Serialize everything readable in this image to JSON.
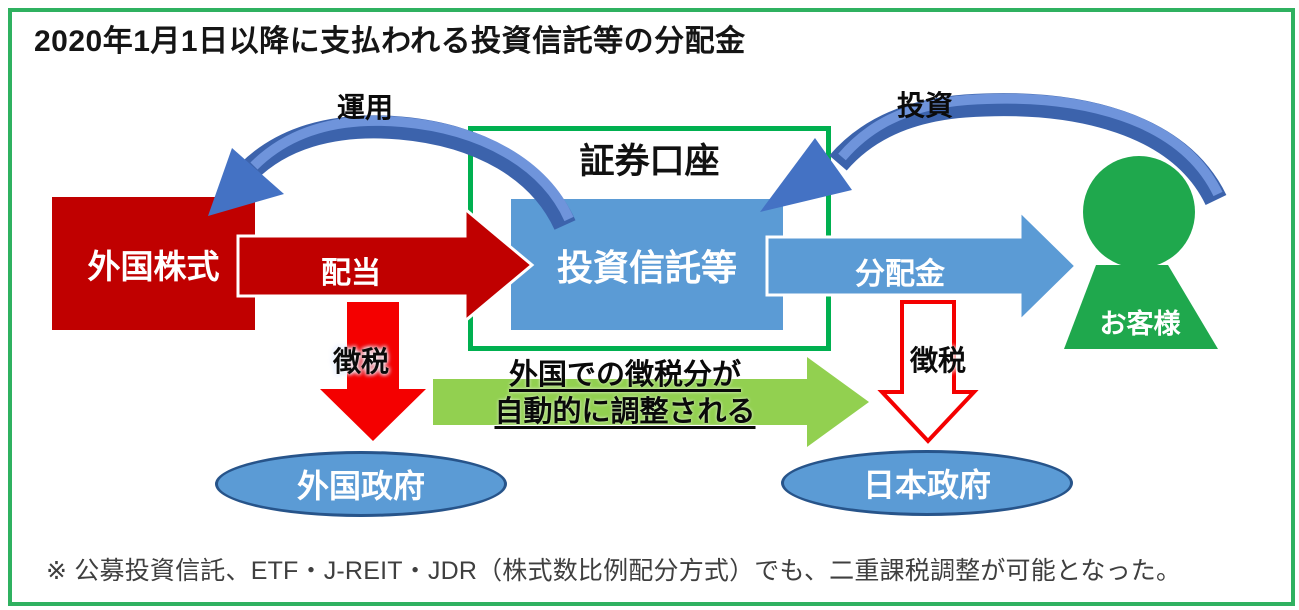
{
  "title": "2020年1月1日以降に支払われる投資信託等の分配金",
  "nodes": {
    "foreign_stock": {
      "label": "外国株式"
    },
    "securities_account": {
      "label": "証券口座"
    },
    "investment_trust": {
      "label": "投資信託等"
    },
    "customer": {
      "label": "お客様"
    },
    "foreign_government": {
      "label": "外国政府"
    },
    "japan_government": {
      "label": "日本政府"
    }
  },
  "arrows": {
    "management": {
      "label": "運用"
    },
    "investment": {
      "label": "投資"
    },
    "dividend": {
      "label": "配当"
    },
    "distribution": {
      "label": "分配金"
    },
    "tax_foreign": {
      "label": "徴税"
    },
    "tax_japan": {
      "label": "徴税"
    },
    "adjustment": {
      "line1": "外国での徴税分が",
      "line2": "自動的に調整される"
    }
  },
  "footnote": "※ 公募投資信託、ETF・J-REIT・JDR（株式数比例配分方式）でも、二重課税調整が可能となった。",
  "colors": {
    "frame_border": "#2FB160",
    "account_border": "#00B050",
    "dark_red": "#C00000",
    "bright_red": "#F40000",
    "light_blue": "#5B9BD5",
    "ellipse_border": "#27548A",
    "curve_arrow_blue": "#4472C4",
    "person_green": "#1FA84D",
    "adjust_arrow_green": "#92D050",
    "footnote_text": "#3F3F3F"
  }
}
